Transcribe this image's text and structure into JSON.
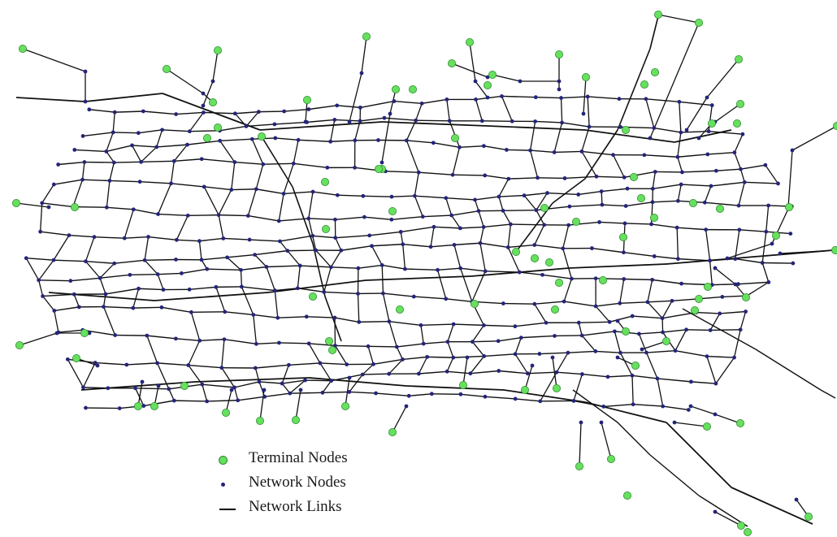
{
  "legend": {
    "terminal_label": "Terminal Nodes",
    "node_label": "Network Nodes",
    "link_label": "Network Links"
  },
  "colors": {
    "background": "#ffffff",
    "terminal_fill": "#66e05e",
    "terminal_stroke": "#2f8a2f",
    "node_fill": "#24247a",
    "link": "#111111"
  },
  "icons": {
    "terminal": "green-circle-icon",
    "node": "small-blue-dot-icon",
    "link": "black-line-icon"
  }
}
